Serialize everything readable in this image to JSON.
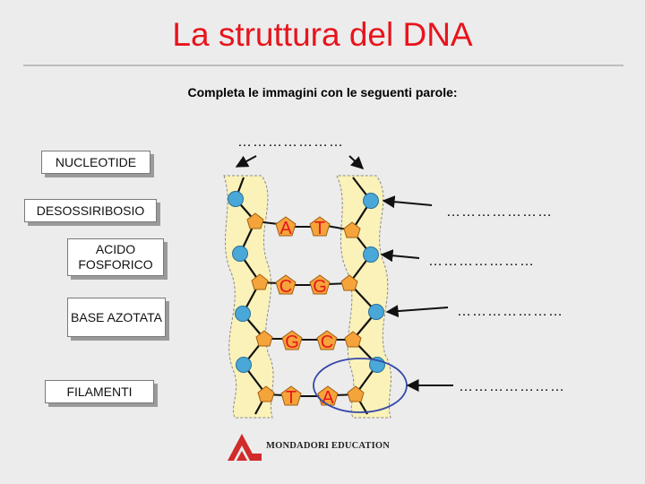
{
  "title": "La struttura del DNA",
  "subtitle": "Completa le immagini con le seguenti parole:",
  "word_bank": [
    "NUCLEOTIDE",
    "DESOSSIRIBOSIO",
    "ACIDO FOSFORICO",
    "BASE AZOTATA",
    "FILAMENTI"
  ],
  "blanks": {
    "top": "…………………",
    "right": [
      "…………………",
      "…………………",
      "…………………",
      "…………………"
    ]
  },
  "base_pairs": [
    {
      "left": "A",
      "right": "T"
    },
    {
      "left": "C",
      "right": "G"
    },
    {
      "left": "G",
      "right": "C"
    },
    {
      "left": "T",
      "right": "A"
    }
  ],
  "publisher": "MONDADORI EDUCATION",
  "icons": {
    "logo": "mondadori-logo"
  },
  "colors": {
    "title": "#e8141c",
    "strand": "#faf2b8",
    "phosphate": "#4aa8d8",
    "sugar": "#f4a43a",
    "base_letter": "#e8141c",
    "highlight_ring": "#3548a8",
    "logo": "#d12a2a"
  }
}
